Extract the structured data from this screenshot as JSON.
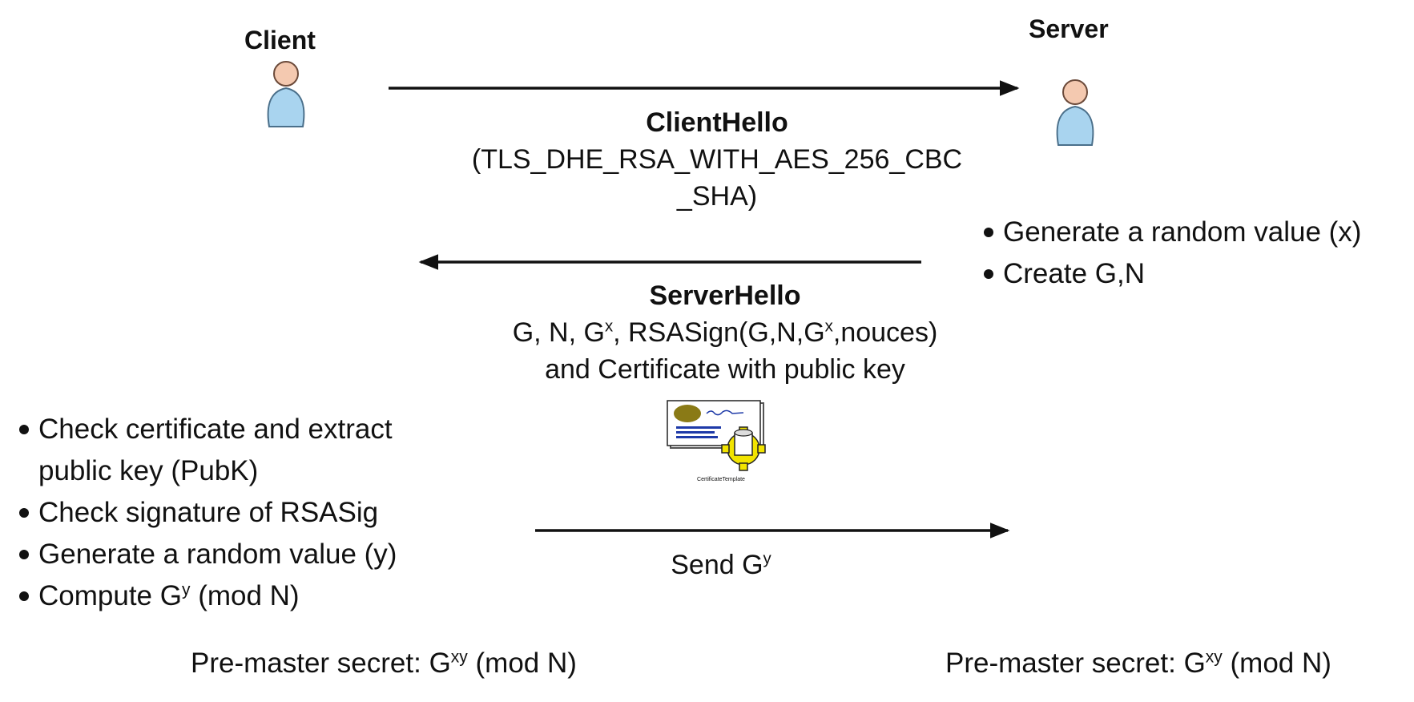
{
  "actors": {
    "client": {
      "name": "Client"
    },
    "server": {
      "name": "Server"
    }
  },
  "messages": {
    "client_hello": {
      "title": "ClientHello",
      "line1": "(TLS_DHE_RSA_WITH_AES_256_CBC",
      "line2": "_SHA)"
    },
    "server_hello": {
      "title": "ServerHello",
      "l1_a": "G, N, G",
      "l1_sup1": "x",
      "l1_b": ", RSASign(G,N,G",
      "l1_sup2": "x",
      "l1_c": ",nouces)",
      "line2": "and Certificate with public key"
    },
    "send_gy": {
      "text": "Send G",
      "sup": "y"
    }
  },
  "server_steps": [
    "Generate a random value (x)",
    "Create G,N"
  ],
  "client_steps": {
    "s1": "Check certificate and extract public key (PubK)",
    "s2": "Check signature of RSASig",
    "s3": "Generate a random value (y)",
    "s4_a": "Compute G",
    "s4_sup": "y",
    "s4_b": " (mod N)"
  },
  "certificate": {
    "caption": "CertificateTemplate"
  },
  "secrets": {
    "client": {
      "a": "Pre-master secret: G",
      "sup": "xy",
      "b": " (mod N)"
    },
    "server": {
      "a": "Pre-master secret: G",
      "sup": "xy",
      "b": " (mod N)"
    }
  },
  "colors": {
    "person_skin": "#f4c9b0",
    "person_body": "#a9d4ef",
    "cert_ellipse": "#8a7a16",
    "cert_lines": "#1e3aa8",
    "cert_gear": "#f2e400"
  }
}
